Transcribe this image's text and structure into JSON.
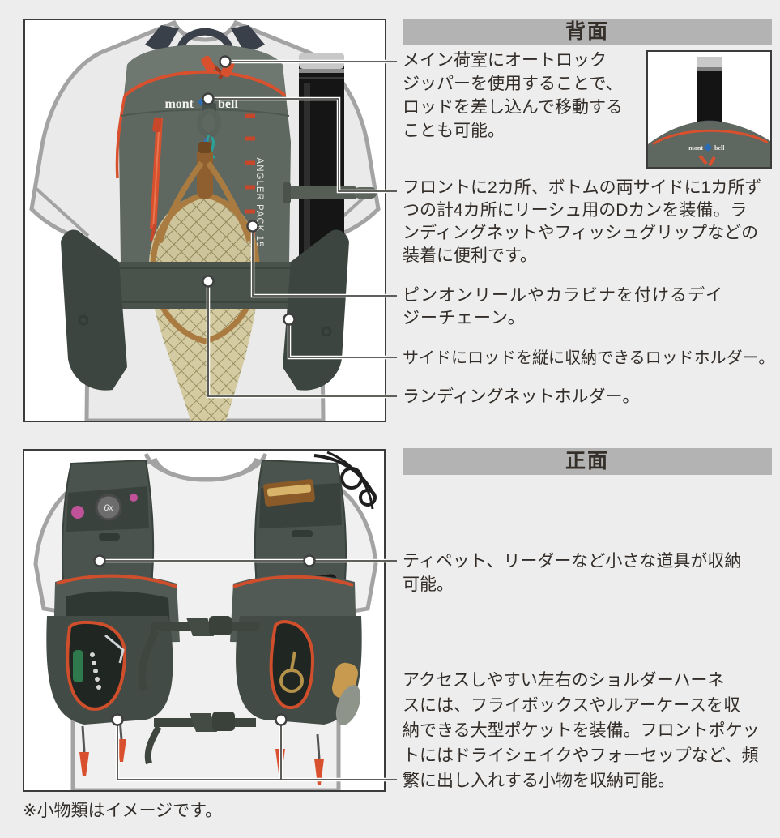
{
  "colors": {
    "accent_orange": "#d8502d",
    "pack_green": "#5e6861",
    "header_bar": "#b3b3b3",
    "callout_line": "#4a4a45",
    "page_bg": "#ededed"
  },
  "brand": {
    "logo_left": "mont",
    "logo_right": "bell",
    "pack_model": "ANGLER PACK 15"
  },
  "back_section": {
    "header": "背面",
    "annotations": {
      "autolock_zipper": "メイン荷室にオートロック\nジッパーを使用することで、\nロッドを差し込んで移動する\nことも可能。",
      "d_rings": "フロントに2カ所、ボトムの両サイドに1カ所ず\nつの計4カ所にリーシュ用のDカンを装備。ラ\nンディングネットやフィッシュグリップなどの\n装着に便利です。",
      "daisy_chain": "ピンオンリールやカラビナを付けるデイ\nジーチェーン。",
      "rod_holder": "サイドにロッドを縦に収納できるロッドホルダー。",
      "net_holder": "ランディングネットホルダー。"
    }
  },
  "front_section": {
    "header": "正面",
    "annotations": {
      "tippet_pockets": "ティペット、リーダーなど小さな道具が収納\n可能。",
      "harness_pockets": "アクセスしやすい左右のショルダーハーネ\nスには、フライボックスやルアーケースを収\n納できる大型ポケットを装備。フロントポケッ\nトにはドライシェイクやフォーセップなど、頻\n繁に出し入れする小物を収納可能。"
    }
  },
  "vest_labels": {
    "tippet_spool": "6x"
  },
  "footnote": "※小物類はイメージです。"
}
